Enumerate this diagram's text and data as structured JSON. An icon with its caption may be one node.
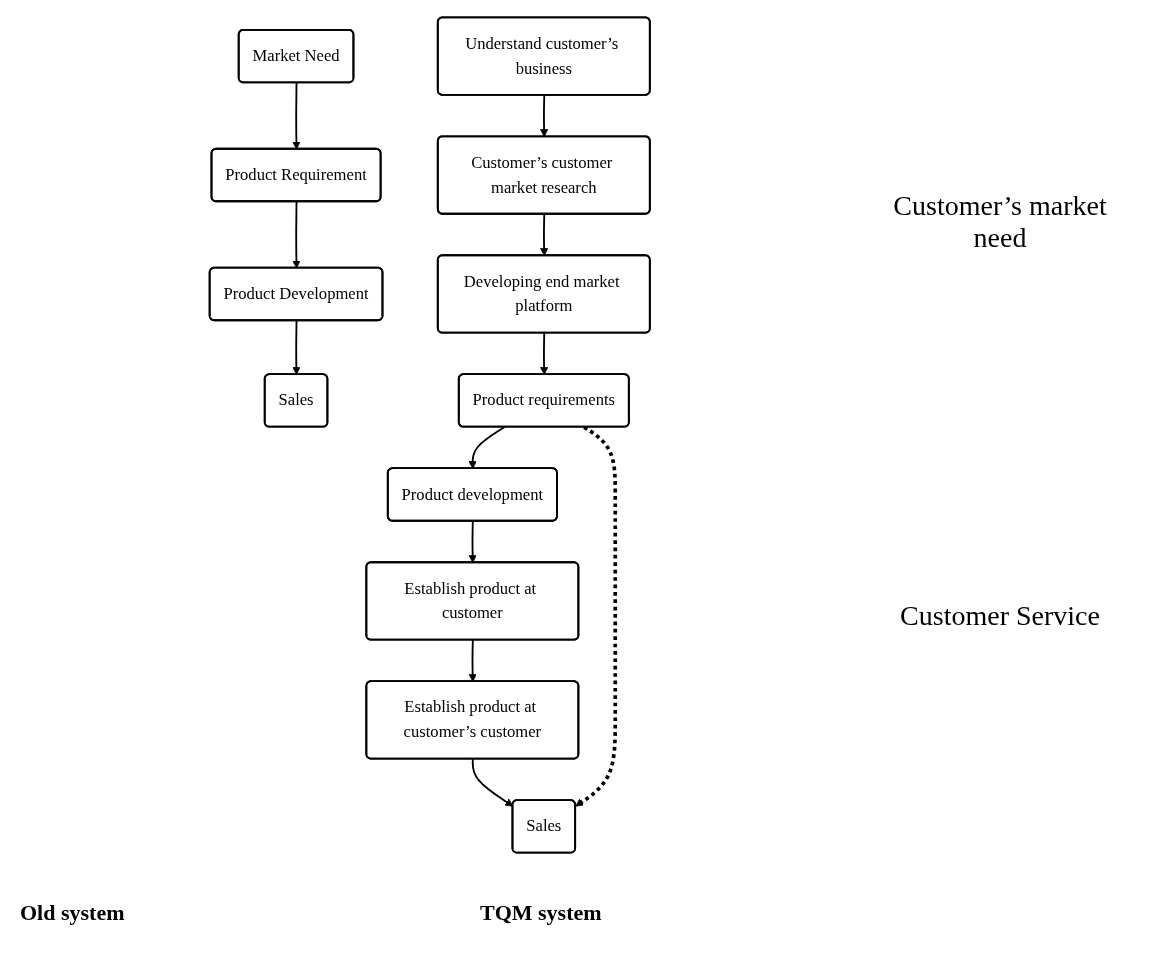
{
  "diagram": {
    "nodes": [
      {
        "text": [
          "Market Need"
        ]
      },
      {
        "text": [
          "Product Requirement"
        ]
      },
      {
        "text": [
          "Product Development"
        ]
      },
      {
        "text": [
          "Sales"
        ]
      },
      {
        "text": [
          "Understand customer’s business"
        ]
      },
      {
        "text": [
          "Customer’s customer market research"
        ]
      },
      {
        "text": [
          "Developing end market platform"
        ]
      },
      {
        "text": [
          "Product requirements"
        ]
      },
      {
        "text": [
          "Product development"
        ]
      },
      {
        "text": [
          "Establish product at customer"
        ]
      },
      {
        "text": [
          "Establish product at customer’s customer"
        ]
      },
      {
        "text": [
          "Sales"
        ]
      }
    ],
    "edges": [
      {
        "from": 0,
        "to": 1,
        "arrow": "to"
      },
      {
        "from": 1,
        "to": 2,
        "arrow": "to"
      },
      {
        "from": 2,
        "to": 3,
        "arrow": "to"
      },
      {
        "from": 4,
        "to": 5,
        "arrow": "to"
      },
      {
        "from": 5,
        "to": 6,
        "arrow": "to"
      },
      {
        "from": 6,
        "to": 7,
        "arrow": "to"
      },
      {
        "from": 7,
        "to": 8,
        "arrow": "to"
      },
      {
        "from": 8,
        "to": 9,
        "arrow": "to"
      },
      {
        "from": 9,
        "to": 10,
        "arrow": "to"
      },
      {
        "from": 10,
        "to": 11,
        "arrow": "to"
      },
      {
        "from": 7,
        "to": 11,
        "arrow": "to",
        "style": "dashed"
      }
    ],
    "labels": [
      "Customer’s market need",
      "Customer Service",
      "Old system",
      "TQM system"
    ]
  }
}
